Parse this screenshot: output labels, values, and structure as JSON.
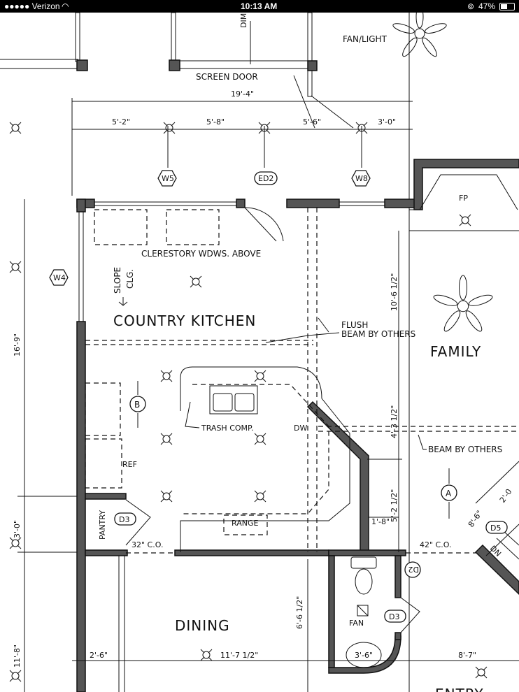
{
  "status_bar": {
    "carrier": "●●●●● Verizon",
    "time": "10:13 AM",
    "battery": "47%"
  },
  "plan": {
    "rooms": {
      "kitchen": "COUNTRY KITCHEN",
      "family": "FAMILY",
      "dining": "DINING",
      "entry": "ENTRY"
    },
    "notes": {
      "fan_light": "FAN/LIGHT",
      "screen_door": "SCREEN DOOR",
      "clerestory": "CLERESTORY WDWS. ABOVE",
      "slope": "SLOPE",
      "clg": "CLG.",
      "flush": "FLUSH",
      "beam_by_others_1": "BEAM BY OTHERS",
      "beam_by_others_2": "BEAM BY OTHERS",
      "trash_comp": "TRASH COMP.",
      "dw": "DW",
      "ref": "REF",
      "range": "RANGE",
      "pantry": "PANTRY",
      "co_32": "32\" C.O.",
      "co_42": "42\" C.O.",
      "fan": "FAN",
      "fp": "FP",
      "dn": "DN",
      "dim_partial": "DIM"
    },
    "dimensions": {
      "overall_top": "19'-4\"",
      "d1": "5'-2\"",
      "d2": "5'-8\"",
      "d3": "5'-6\"",
      "d4": "3'-0\"",
      "left_1": "16'-9\"",
      "left_2": "3'-0\"",
      "left_3": "11'-8\"",
      "r1": "10'-6 1/2\"",
      "r2": "4'-3 1/2\"",
      "r3": "5'-2 1/2\"",
      "r4": "1'-8\"",
      "bath_h": "6'-6 1/2\"",
      "b1": "2'-6\"",
      "b2": "11'-7 1/2\"",
      "b3": "3'-6\"",
      "b4": "8'-7\"",
      "stair_1": "2'-0",
      "stair_2": "8'-6\""
    },
    "tags": {
      "w5": "W5",
      "ed2": "ED2",
      "w8": "W8",
      "w4": "W4",
      "b": "B",
      "a": "A",
      "d3_pantry": "D3",
      "d5": "D5",
      "d2": "D2",
      "d3_bath": "D3"
    }
  }
}
